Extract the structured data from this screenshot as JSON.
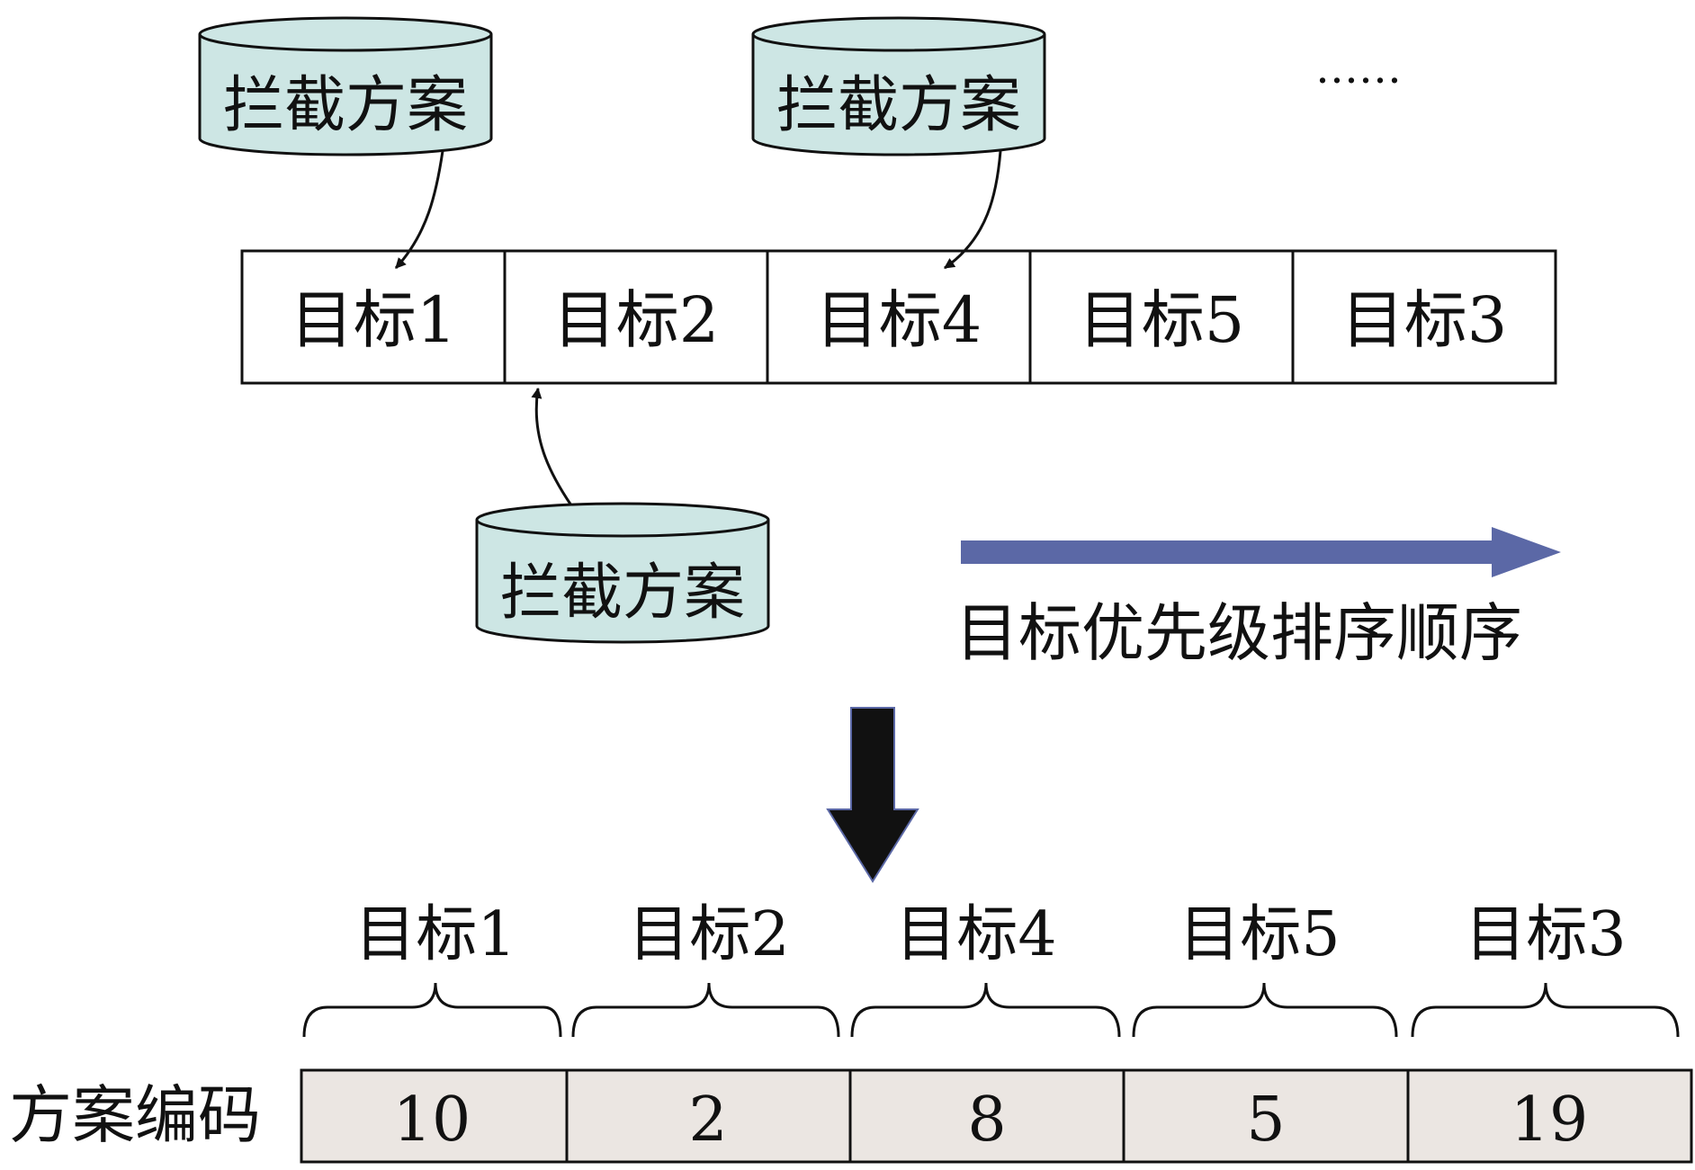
{
  "plans": [
    {
      "label": "拦截方案"
    },
    {
      "label": "拦截方案"
    },
    {
      "label": "拦截方案"
    }
  ],
  "ellipsis": "……",
  "target_row": [
    "目标1",
    "目标2",
    "目标4",
    "目标5",
    "目标3"
  ],
  "priority_label": "目标优先级排序顺序",
  "encoding": {
    "row_label": "方案编码",
    "targets": [
      "目标1",
      "目标2",
      "目标4",
      "目标5",
      "目标3"
    ],
    "codes": [
      "10",
      "2",
      "8",
      "5",
      "19"
    ]
  },
  "colors": {
    "cylinder_fill": "#cde6e4",
    "priority_arrow": "#5b68a6",
    "code_cell_fill": "#ebe6e2",
    "down_arrow": "#111111"
  }
}
